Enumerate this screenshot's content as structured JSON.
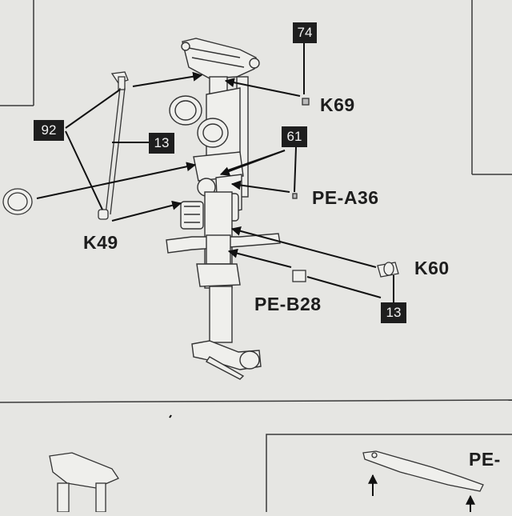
{
  "diagram": {
    "part_numbers": {
      "n74": "74",
      "n92": "92",
      "n13_left": "13",
      "n61": "61",
      "n13_right": "13"
    },
    "part_codes": {
      "k69": "K69",
      "pe_a36": "PE-A36",
      "k49": "K49",
      "k60": "K60",
      "pe_b28": "PE-B28"
    },
    "next_step_label": "PE-"
  },
  "colors": {
    "paper": "#e6e6e3",
    "ink": "#1d1d1d",
    "label_box": "#1e1e1e"
  }
}
